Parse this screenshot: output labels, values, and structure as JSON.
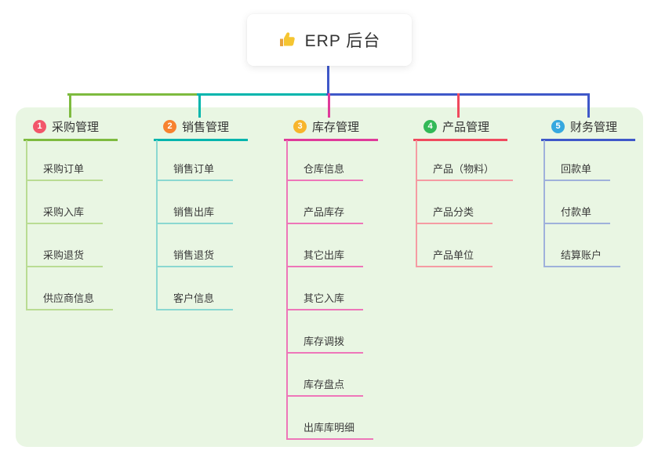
{
  "root": {
    "icon": "thumbs-up",
    "label": "ERP 后台",
    "connector_color": "#3f58c9"
  },
  "branches": [
    {
      "number": "1",
      "label": "采购管理",
      "badge_color": "#f2566a",
      "line_color": "#7ebb3f",
      "child_line_color": "#b9dc93",
      "children": [
        "采购订单",
        "采购入库",
        "采购退货",
        "供应商信息"
      ]
    },
    {
      "number": "2",
      "label": "销售管理",
      "badge_color": "#f7822f",
      "line_color": "#00b5ad",
      "child_line_color": "#8bd8d1",
      "children": [
        "销售订单",
        "销售出库",
        "销售退货",
        "客户信息"
      ]
    },
    {
      "number": "3",
      "label": "库存管理",
      "badge_color": "#f7b52c",
      "line_color": "#df3a9a",
      "child_line_color": "#ee76b9",
      "children": [
        "仓库信息",
        "产品库存",
        "其它出库",
        "其它入库",
        "库存调拨",
        "库存盘点",
        "出库库明细"
      ]
    },
    {
      "number": "4",
      "label": "产品管理",
      "badge_color": "#33b957",
      "line_color": "#f04a5e",
      "child_line_color": "#f59ba3",
      "children": [
        "产品（物料）",
        "产品分类",
        "产品单位"
      ]
    },
    {
      "number": "5",
      "label": "财务管理",
      "badge_color": "#36a8df",
      "line_color": "#3f58c9",
      "child_line_color": "#9fb1db",
      "children": [
        "回款单",
        "付款单",
        "结算账户"
      ]
    }
  ]
}
